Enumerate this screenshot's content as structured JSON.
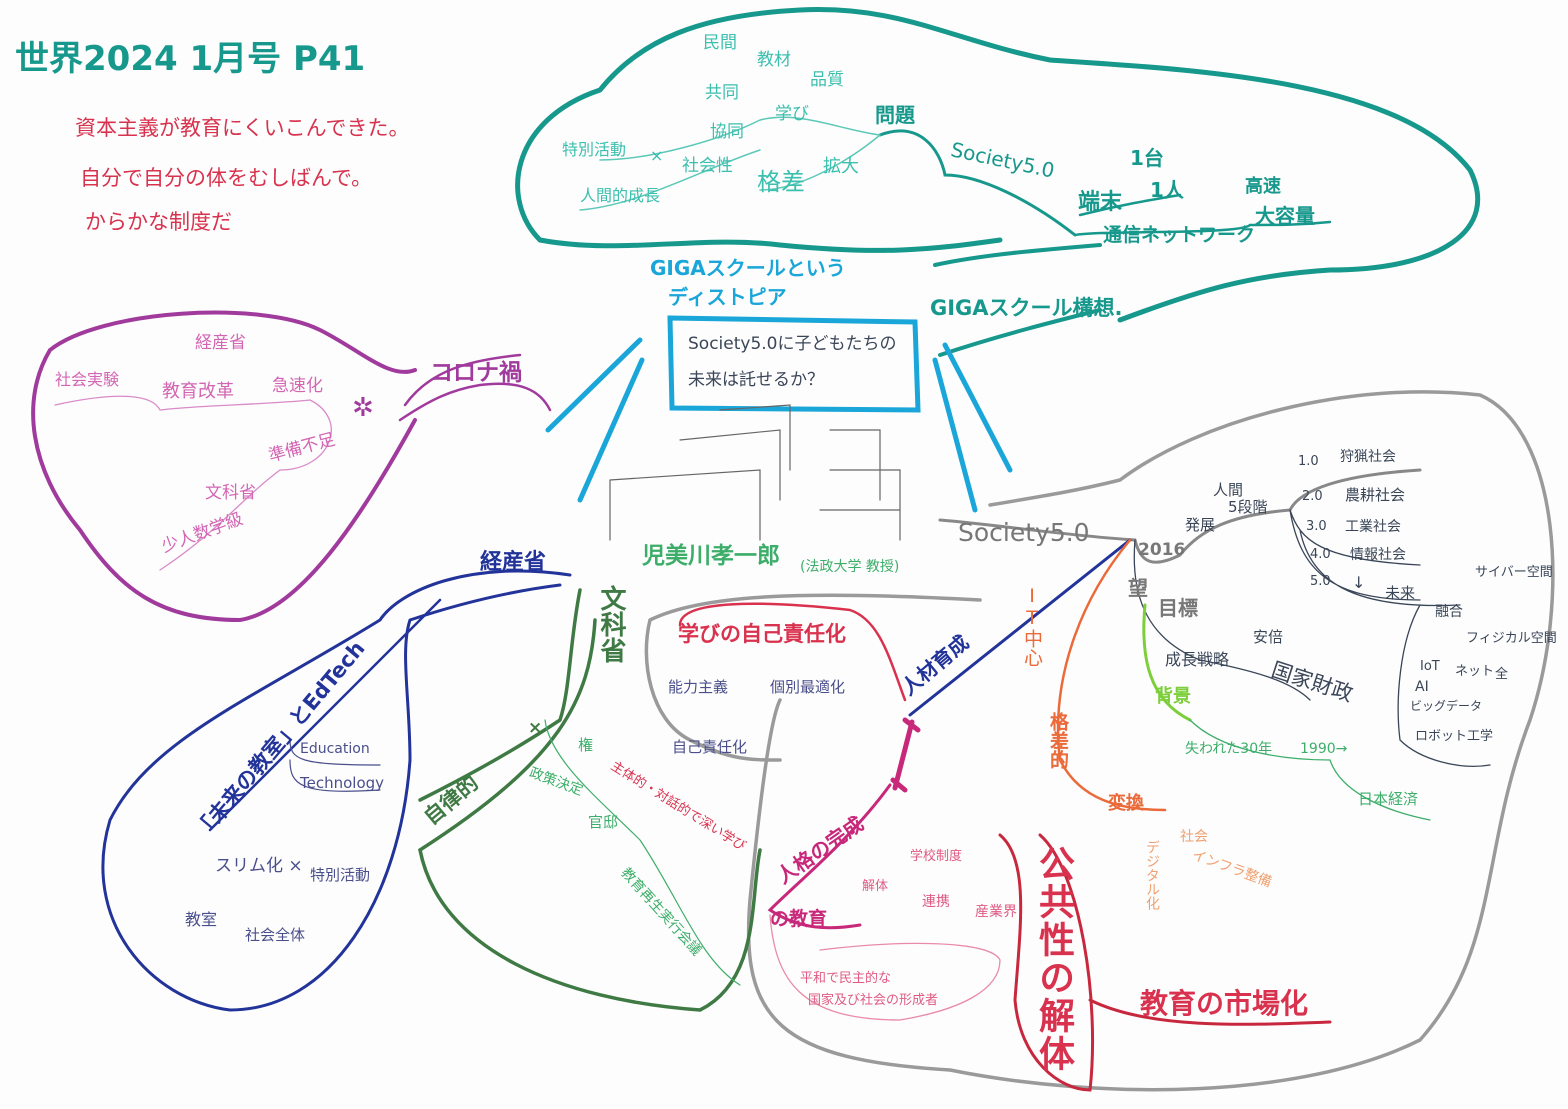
{
  "title": "世界2024 1月号 P41",
  "notes": [
    "資本主義が教育にくいこんできた。",
    "自分で自分の体をむしばんで。",
    "からかな制度だ"
  ],
  "giga_bubble": {
    "items": [
      "民間",
      "教材",
      "品質",
      "共同",
      "学び",
      "協同",
      "特別活動",
      "×",
      "社会性",
      "人間的成長",
      "格差",
      "拡大",
      "問題"
    ],
    "society": "Society5.0",
    "device": [
      "1台",
      "端末",
      "1人"
    ],
    "network": [
      "高速",
      "通信ネットワーク",
      "大容量"
    ],
    "concept": "GIGAスクール構想."
  },
  "center": {
    "title_lines": [
      "GIGAスクールという",
      "ディストピア"
    ],
    "screen_lines": [
      "Society5.0に子どもたちの",
      "未来は託せるか？"
    ],
    "author": "児美川孝一郎",
    "author_affiliation": "(法政大学 教授)"
  },
  "corona": {
    "title": "コロナ禍",
    "items": [
      "経産省",
      "社会実験",
      "教育改革",
      "急速化",
      "準備不足",
      "文科省",
      "少人数学級"
    ]
  },
  "society50": {
    "title": "Society5.0",
    "year": "2016",
    "development": [
      "発展",
      "人間",
      "5段階"
    ],
    "stages": [
      {
        "num": "1.0",
        "label": "狩猟社会"
      },
      {
        "num": "2.0",
        "label": "農耕社会"
      },
      {
        "num": "3.0",
        "label": "工業社会"
      },
      {
        "num": "4.0",
        "label": "情報社会"
      },
      {
        "num": "5.0",
        "label": ""
      }
    ],
    "future": "未来",
    "fusion": "融合",
    "cyber": "サイバー空間",
    "physical": "フィジカル空間",
    "tech": [
      "IoT",
      "ネット",
      "全",
      "AI",
      "ビッグデータ",
      "ロボット工学"
    ],
    "goal": [
      "望",
      "目標"
    ],
    "strategy": "成長戦略",
    "abe": "安倍",
    "finance": "国家財政",
    "background": "背景",
    "lost": "失われた30年",
    "year1990": "1990→",
    "economy": "日本経済"
  },
  "orange": {
    "it": "IT中心",
    "gap": "格差的",
    "convert": "変換",
    "items": [
      "社会",
      "インフラ整備",
      "デジタル化"
    ]
  },
  "red": {
    "self_resp": "学びの自己責任化",
    "items": [
      "能力主義",
      "個別最適化",
      "自己責任化"
    ],
    "jinzai": "人材育成",
    "jinkaku": "人格の完成",
    "kyoiku": "の教育",
    "kaitai": "解体",
    "school": "学校制度",
    "renkei": "連携",
    "industry": "産業界",
    "peace_lines": [
      "平和で民主的な",
      "国家及び社会の形成者"
    ],
    "public": "公共性の解体",
    "market": "教育の市場化"
  },
  "blue": {
    "meti": "経産省",
    "edtech": "「未来の教室」とEdTech",
    "education": "Education",
    "technology": "Technology",
    "slim": "スリム化 ×",
    "special": "特別活動",
    "classroom": "教室",
    "society": "社会全体"
  },
  "dgreen": {
    "mext": "文科省",
    "autonomy": "自律的",
    "x": "×",
    "power": "権",
    "policy": "政策決定",
    "kantei": "官邸",
    "council": "教育再生実行会議",
    "active": "主体的・対話的で深い学び"
  },
  "colors": {
    "teal": "#17988c",
    "cyan": "#1aa6d8",
    "purple": "#a03a9c",
    "gray": "#999999",
    "blue": "#22339a",
    "green": "#3f7a44",
    "red": "#d9324e",
    "orange": "#ea6a3a"
  }
}
